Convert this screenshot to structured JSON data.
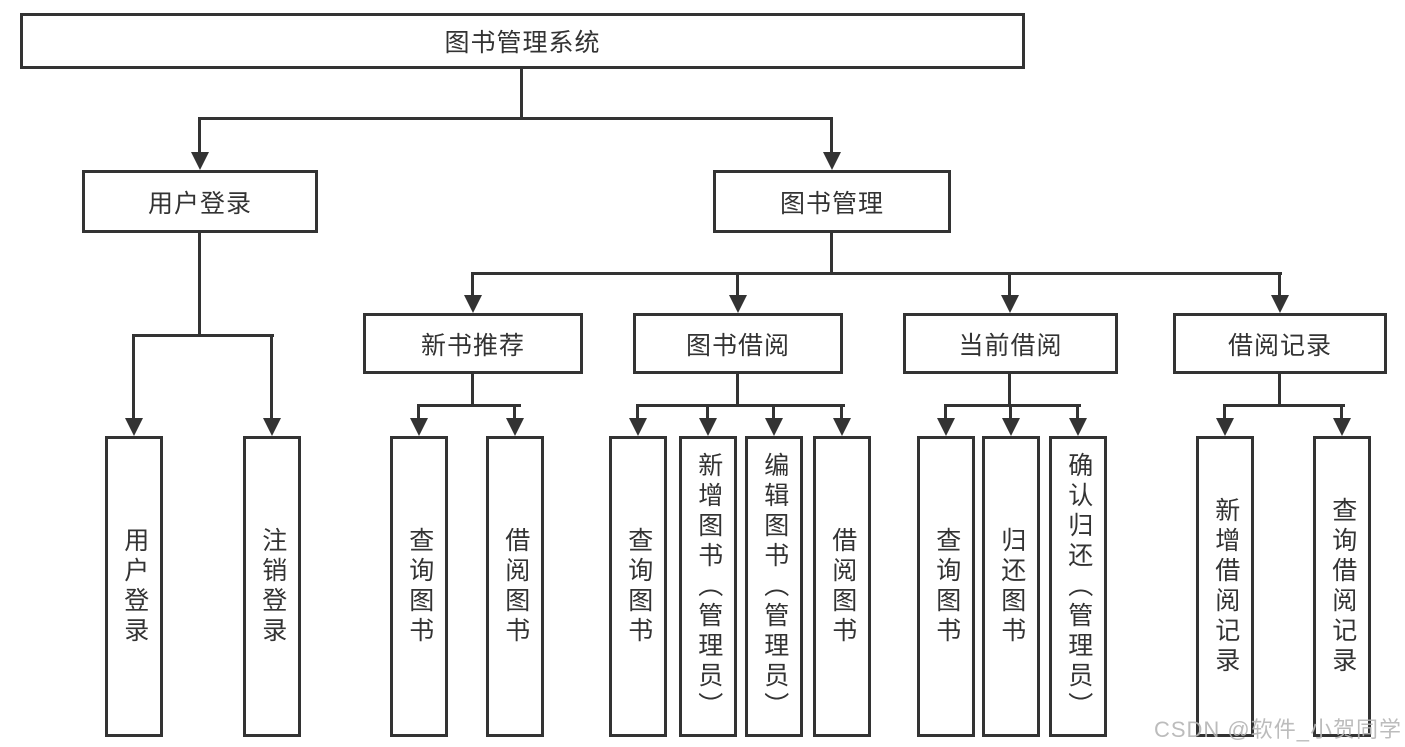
{
  "nodes": {
    "root": "图书管理系统",
    "user_login": "用户登录",
    "book_management": "图书管理",
    "new_book_recommend": "新书推荐",
    "book_borrowing": "图书借阅",
    "current_borrowing": "当前借阅",
    "borrowing_records": "借阅记录",
    "leaf_user_login": "用户登录",
    "leaf_logout": "注销登录",
    "leaf_query_books_a": "查询图书",
    "leaf_borrow_books_a": "借阅图书",
    "leaf_query_books_b": "查询图书",
    "leaf_add_books": "新增图书（管理员）",
    "leaf_edit_books": "编辑图书（管理员）",
    "leaf_borrow_books_b": "借阅图书",
    "leaf_query_books_c": "查询图书",
    "leaf_return_books": "归还图书",
    "leaf_confirm_return": "确认归还（管理员）",
    "leaf_add_borrow_record": "新增借阅记录",
    "leaf_query_borrow_record": "查询借阅记录"
  },
  "watermark": {
    "text": "CSDN @软件_小贺同学",
    "color": "#b5b5b5"
  },
  "colors": {
    "line": "#333333",
    "text": "#333333",
    "background": "#ffffff"
  }
}
